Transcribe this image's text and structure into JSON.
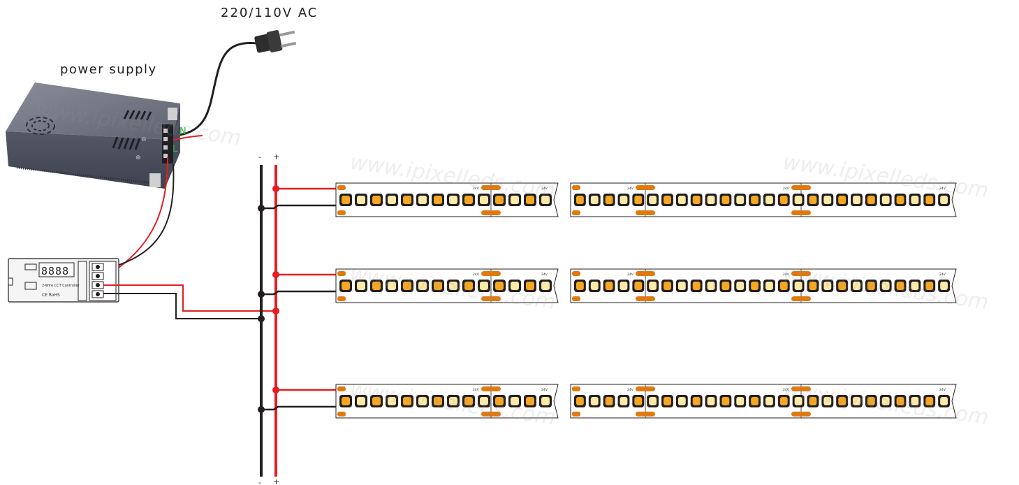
{
  "labels": {
    "ac_input": "220/110V AC",
    "power_supply": "power supply",
    "psu_terminal_n": "N",
    "psu_terminal_l": "L",
    "bus_minus": "-",
    "bus_plus": "+",
    "controller_title": "2-Wire CCT Controller",
    "controller_display": "8888",
    "controller_marks": "CE RoHS",
    "strip_voltage": "24V"
  },
  "watermark": "www.ipixelleds.com",
  "colors": {
    "positive_wire": "#e31e24",
    "negative_wire": "#231f20",
    "terminal_green": "#2bb34a",
    "led_warm": "#f5a623",
    "led_pad": "#e07a10",
    "psu_body": "#6b6e7a"
  },
  "strips": {
    "rows": 3,
    "segments_per_row": 2,
    "leds_per_segment_1": 14,
    "leds_per_segment_2": 26
  }
}
